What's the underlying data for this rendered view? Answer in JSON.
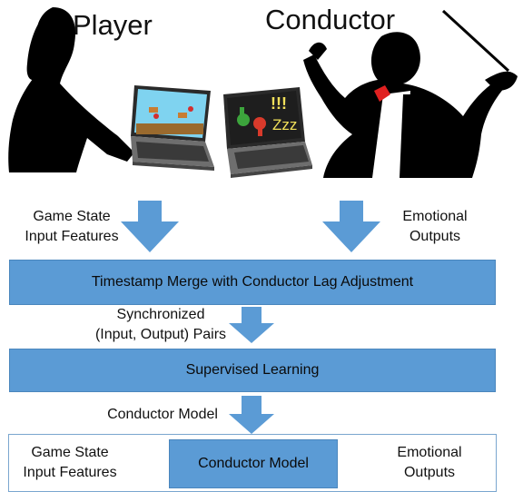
{
  "titles": {
    "player": "Player",
    "conductor": "Conductor"
  },
  "inputs": {
    "game_state_line1": "Game State",
    "game_state_line2": "Input Features",
    "emotional_line1": "Emotional",
    "emotional_line2": "Outputs"
  },
  "steps": {
    "merge": "Timestamp Merge with Conductor Lag Adjustment",
    "sync_line1": "Synchronized",
    "sync_line2": "(Input, Output) Pairs",
    "learning": "Supervised Learning",
    "model_label": "Conductor Model"
  },
  "bottom": {
    "in_line1": "Game State",
    "in_line2": "Input Features",
    "box": "Conductor Model",
    "out_line1": "Emotional",
    "out_line2": "Outputs"
  },
  "laptop_right": {
    "exclaim": "!!!",
    "zzz": "Zzz"
  },
  "colors": {
    "accent_blue": "#5b9bd5",
    "silhouette": "#000000",
    "thumb_up": "#3ca43c",
    "thumb_down": "#d93a2b"
  }
}
